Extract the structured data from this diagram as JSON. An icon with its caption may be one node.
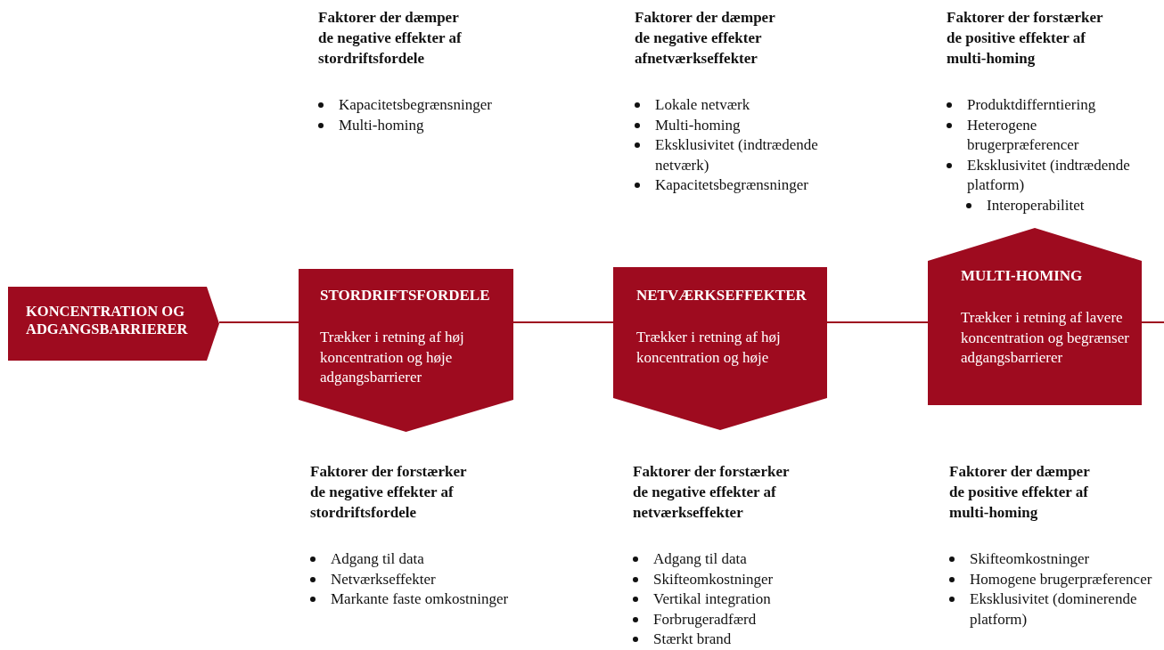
{
  "diagram": {
    "nodes": [
      {
        "text": [
          "KONCENTRATION OG ADGANGSBARRIERER"
        ]
      },
      {
        "text": [
          "STORDRIFTSFORDELE",
          "Trækker i retning af høj koncentration og høje adgangsbarrierer"
        ]
      },
      {
        "text": [
          "NETVÆRKSEFFEKTER",
          "Trækker i retning af høj koncentration og høje"
        ]
      },
      {
        "text": [
          "MULTI-HOMING",
          "Trækker i retning af lavere koncentration og begrænser adgangsbarrierer"
        ]
      }
    ],
    "edges": [
      {
        "from": 0,
        "to": 1,
        "arrow": "none"
      },
      {
        "from": 1,
        "to": 2,
        "arrow": "none"
      },
      {
        "from": 2,
        "to": 3,
        "arrow": "none"
      },
      {
        "from": 3,
        "to": null,
        "arrow": "none"
      }
    ],
    "labels": [
      "Faktorer der dæmper de negative effekter af stordriftsfordele",
      "Kapacitetsbegrænsninger",
      "Multi-homing",
      "Faktorer der dæmper de negative effekter afnetværkseffekter",
      "Lokale netværk",
      "Multi-homing",
      "Eksklusivitet (indtrædende netværk)",
      "Kapacitetsbegrænsninger",
      "Faktorer der forstærker de positive effekter af multi-homing",
      "Produktdifferntiering",
      "Heterogene brugerpræferencer",
      "Eksklusivitet (indtrædende platform)",
      "Interoperabilitet",
      "Faktorer der forstærker de negative effekter af stordriftsfordele",
      "Adgang til data",
      "Netværkseffekter",
      "Markante faste omkostninger",
      "Faktorer der forstærker de negative effekter af netværkseffekter",
      "Adgang til data",
      "Skifteomkostninger",
      "Vertikal integration",
      "Forbrugeradfærd",
      "Stærkt brand",
      "Faktorer der dæmper de positive effekter af multi-homing",
      "Skifteomkostninger",
      "Homogene brugerpræferencer",
      "Eksklusivitet (dominerende platform)"
    ]
  }
}
